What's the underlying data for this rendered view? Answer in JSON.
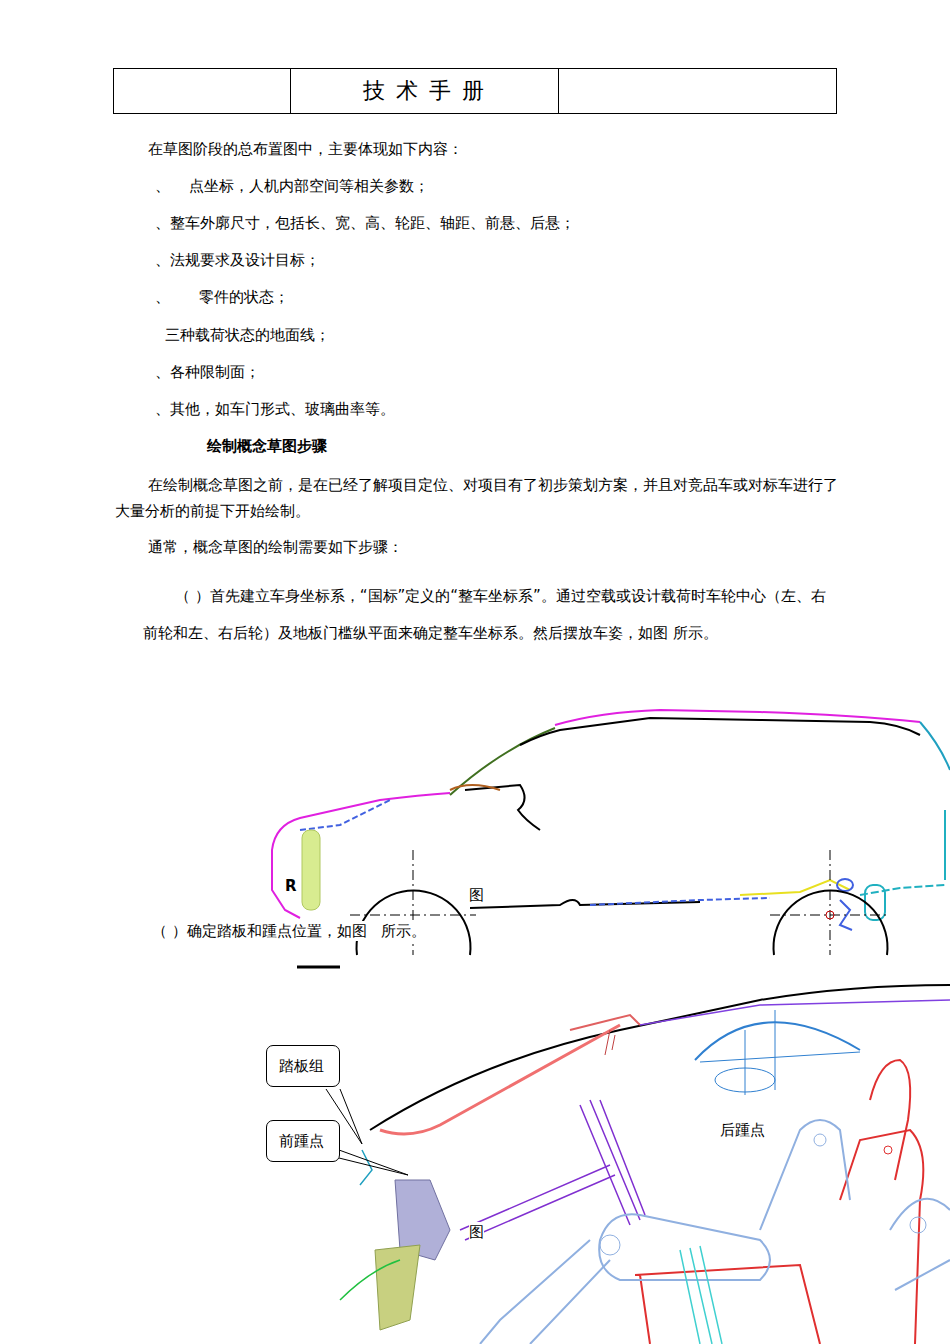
{
  "diagram": {
    "title": "技 术 手 册",
    "nodes": [
      {
        "text": [
          "踏板组"
        ]
      },
      {
        "text": [
          "前踵点"
        ]
      }
    ],
    "labels": [
      "在草图阶段的总布置图中，主要体现如下内容：",
      "、    点坐标，人机内部空间等相关参数；",
      "、整车外廓尺寸，包括长、宽、高、轮距、轴距、前悬、后悬；",
      "、法规要求及设计目标；",
      "、      零件的状态；",
      "三种载荷状态的地面线；",
      "、各种限制面；",
      "、其他，如车门形式、玻璃曲率等。",
      "绘制概念草图步骤",
      "在绘制概念草图之前，是在已经了解项目定位、对项目有了初步策划方案，并且对竞品车或对标车进行了大量分析的前提下开始绘制。",
      "通常，概念草图的绘制需要如下步骤：",
      "（ ）首先建立车身坐标系，“国标”定义的“整车坐标系”。通过空载或设计载荷时车轮中心（左、右前轮和左、右后轮）及地板门槛纵平面来确定整车坐标系。然后摆放车姿，如图 所示。",
      "R",
      "图",
      "（ ）确定踏板和踵点位置，如图   所示。",
      "后踵点",
      "图"
    ]
  }
}
